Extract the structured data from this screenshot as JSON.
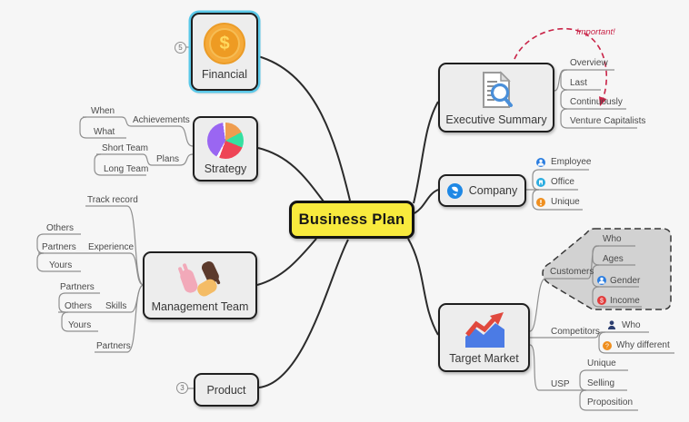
{
  "colors": {
    "background": "#f6f6f6",
    "central_fill": "#f8ea3d",
    "node_fill": "#ededed",
    "node_border": "#1f1f1f",
    "connector_gray": "#8f8f8f",
    "branch_black": "#2b2b2b",
    "selection_cyan": "#5ac8e8",
    "callout_red": "#c92347",
    "boundary_fill": "#d2d2d2"
  },
  "central": {
    "label": "Business Plan"
  },
  "financial": {
    "label": "Financial",
    "badge": "5",
    "icon": "dollar-coin-icon",
    "coin_symbol": "$"
  },
  "strategy": {
    "label": "Strategy",
    "icon": "pie-chart-icon",
    "achievements": {
      "label": "Achievements",
      "when": "When",
      "what": "What"
    },
    "plans": {
      "label": "Plans",
      "short_team": "Short Team",
      "long_team": "Long Team"
    }
  },
  "management": {
    "label": "Management Team",
    "icon": "team-hands-icon",
    "track_record": "Track record",
    "experience": {
      "label": "Experience",
      "others": "Others",
      "partners": "Partners",
      "yours": "Yours"
    },
    "skills": {
      "label": "Skills",
      "partners": "Partners",
      "others": "Others",
      "yours": "Yours"
    },
    "partners": "Partners"
  },
  "product": {
    "label": "Product",
    "badge": "3"
  },
  "executive_summary": {
    "label": "Executive Summary",
    "icon": "document-search-icon",
    "overview": "Overview",
    "last": "Last",
    "continuously": "Continuously",
    "venture_capitalists": "Venture Capitalists",
    "callout": {
      "label": "Important!",
      "color": "#c92347"
    }
  },
  "company": {
    "label": "Company",
    "icon": "globe-icon",
    "employee": {
      "label": "Employee",
      "icon": "person-badge-icon",
      "color": "#2b7de0"
    },
    "office": {
      "label": "Office",
      "icon": "office-badge-icon",
      "color": "#2bace0"
    },
    "unique": {
      "label": "Unique",
      "icon": "alert-badge-icon",
      "color": "#ef8f1f"
    }
  },
  "target_market": {
    "label": "Target Market",
    "icon": "growth-chart-icon",
    "customers": {
      "label": "Customers",
      "who": "Who",
      "ages": "Ages",
      "gender": {
        "label": "Gender",
        "icon": "person-badge-icon",
        "color": "#2b7de0"
      },
      "income": {
        "label": "Income",
        "icon": "dollar-badge-icon",
        "color": "#e23d3d"
      }
    },
    "competitors": {
      "label": "Competitors",
      "who": {
        "label": "Who",
        "icon": "person-icon",
        "color": "#2c3e70"
      },
      "why_different": {
        "label": "Why different",
        "icon": "question-badge-icon",
        "color": "#ef8f1f"
      }
    },
    "usp": {
      "label": "USP",
      "unique": "Unique",
      "selling": "Selling",
      "proposition": "Proposition"
    }
  }
}
